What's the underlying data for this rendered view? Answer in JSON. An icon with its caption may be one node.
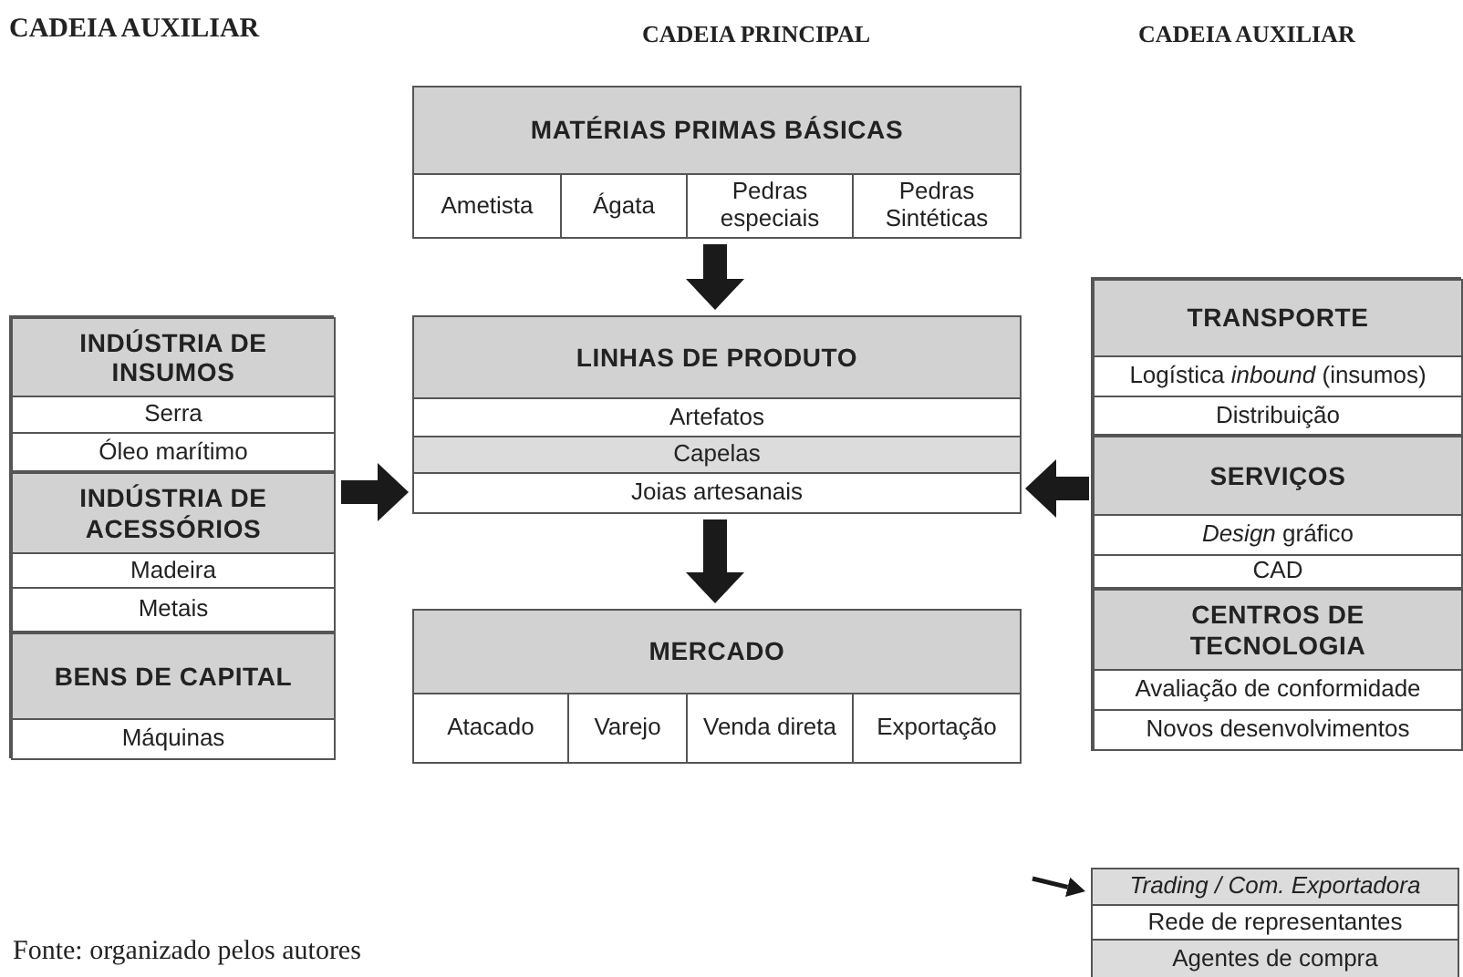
{
  "diagram": {
    "caption": "Fonte: organizado pelos autores",
    "nodes": [
      {
        "text": [
          "MATÉRIAS PRIMAS BÁSICAS",
          "Ametista",
          "Ágata",
          "Pedras especiais",
          "Pedras Sintéticas"
        ]
      },
      {
        "text": [
          "LINHAS DE PRODUTO",
          "Artefatos",
          "Capelas",
          "Joias artesanais"
        ]
      },
      {
        "text": [
          "MERCADO",
          "Atacado",
          "Varejo",
          "Venda direta",
          "Exportação"
        ]
      },
      {
        "text": [],
        "shape": "box"
      },
      {
        "text": [
          "INDÚSTRIA DE INSUMOS",
          "Serra",
          "Óleo marítimo"
        ],
        "in": 3
      },
      {
        "text": [
          "INDÚSTRIA DE ACESSÓRIOS",
          "Madeira",
          "Metais"
        ],
        "in": 3
      },
      {
        "text": [
          "BENS DE CAPITAL",
          "Máquinas"
        ],
        "in": 3
      },
      {
        "text": [],
        "shape": "box"
      },
      {
        "text": [
          "TRANSPORTE",
          "Logística *inbound* (insumos)",
          "Distribuição"
        ],
        "in": 7
      },
      {
        "text": [
          "SERVIÇOS",
          "*Design* gráfico",
          "CAD"
        ],
        "in": 7
      },
      {
        "text": [
          "CENTROS DE TECNOLOGIA",
          "Avaliação de conformidade",
          "Novos desenvolvimentos"
        ],
        "in": 7
      },
      {
        "text": [
          "Trading / Com. Exportadora",
          "Rede de representantes",
          "Agentes de compra"
        ]
      }
    ],
    "edges": [
      {
        "from": 0,
        "to": 1,
        "arrow": "to"
      },
      {
        "from": 1,
        "to": 2,
        "arrow": "to"
      },
      {
        "from": 3,
        "to": 1,
        "arrow": "to"
      },
      {
        "from": 7,
        "to": 1,
        "arrow": "to"
      },
      {
        "from": null,
        "to": 11,
        "arrow": "to"
      }
    ],
    "labels": [
      "CADEIA AUXILIAR",
      "CADEIA PRINCIPAL",
      "CADEIA AUXILIAR"
    ]
  }
}
